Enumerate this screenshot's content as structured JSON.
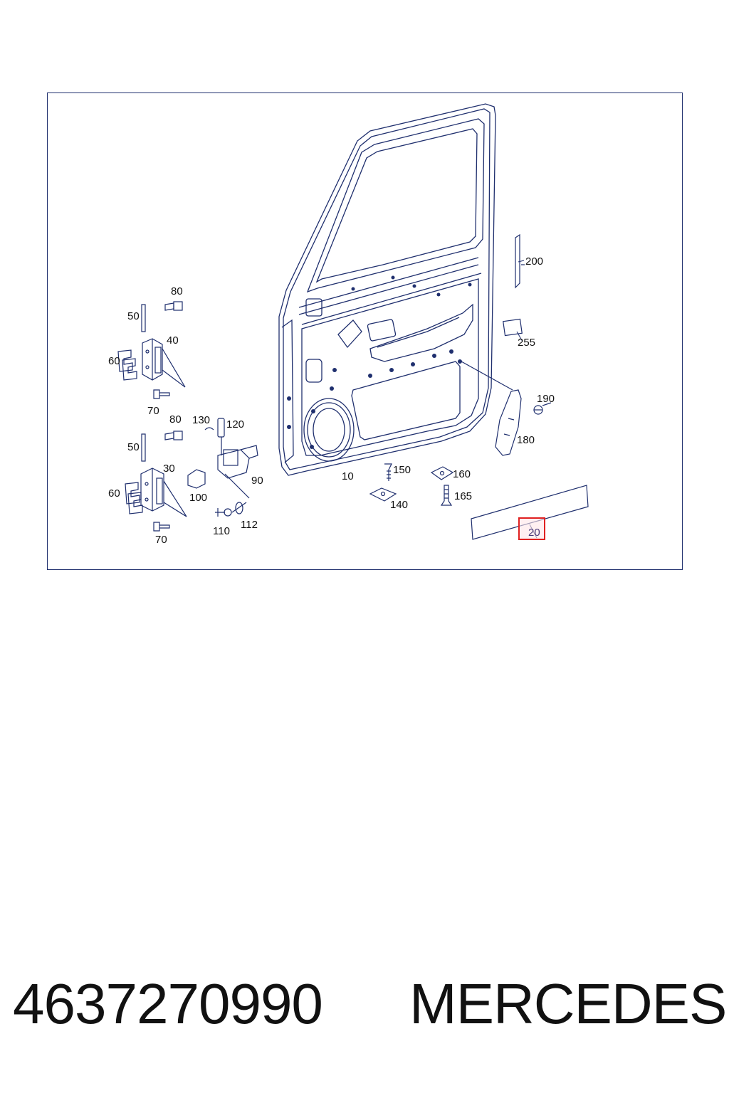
{
  "diagram": {
    "labels": {
      "l10": "10",
      "l20": "20",
      "l30": "30",
      "l40": "40",
      "l50a": "50",
      "l50b": "50",
      "l60a": "60",
      "l60b": "60",
      "l70a": "70",
      "l70b": "70",
      "l80a": "80",
      "l80b": "80",
      "l90": "90",
      "l100": "100",
      "l110": "110",
      "l112": "112",
      "l120": "120",
      "l130": "130",
      "l140": "140",
      "l150": "150",
      "l160": "160",
      "l165": "165",
      "l180": "180",
      "l190": "190",
      "l200": "200",
      "l255": "255"
    },
    "highlighted_part": "20",
    "highlight_color": "#e02020",
    "line_color": "#1f2f6e"
  },
  "footer": {
    "part_number": "4637270990",
    "brand": "MERCEDES"
  }
}
